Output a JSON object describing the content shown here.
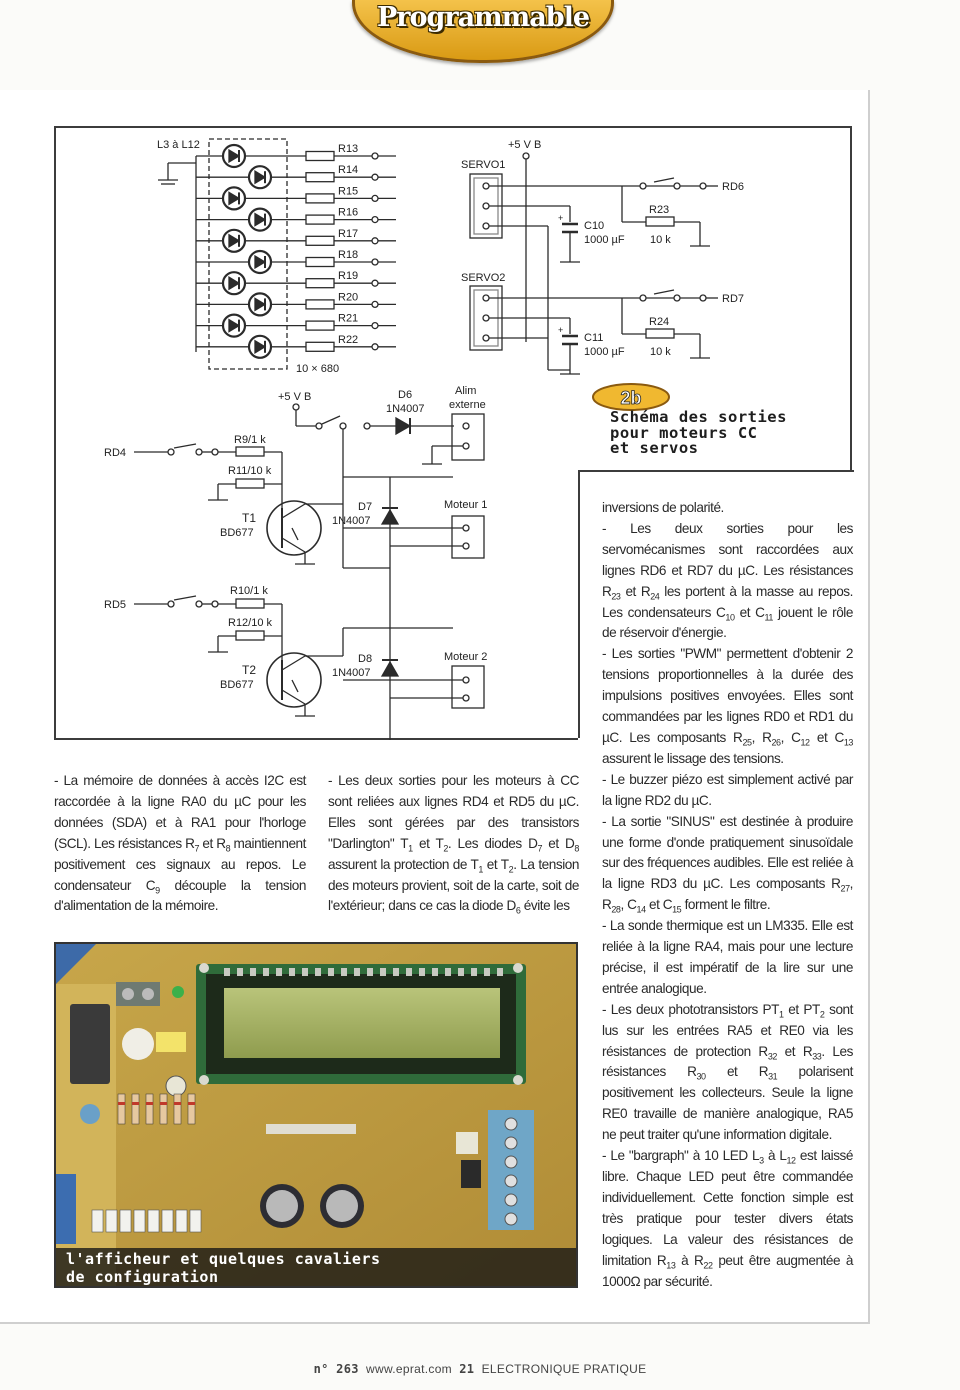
{
  "header": {
    "title": "Programmable"
  },
  "schematic": {
    "figure_number": "2b",
    "caption_lines": [
      "Schéma des sorties",
      "pour moteurs CC",
      "et servos"
    ],
    "labels": {
      "led_range": "L3 à L12",
      "resistors": [
        "R13",
        "R14",
        "R15",
        "R16",
        "R17",
        "R18",
        "R19",
        "R20",
        "R21",
        "R22"
      ],
      "resistor_value": "10 × 680",
      "supply_top": "+5 V B",
      "servo1": "SERVO1",
      "servo2": "SERVO2",
      "rd6": "RD6",
      "rd7": "RD7",
      "r23": "R23",
      "r24": "R24",
      "r23_value": "10 k",
      "r24_value": "10 k",
      "c10": "C10",
      "c11": "C11",
      "cap_value": "1000 µF",
      "supply_mid": "+5 V B",
      "d6": "D6",
      "d6_type": "1N4007",
      "alim_line1": "Alim",
      "alim_line2": "externe",
      "rd4": "RD4",
      "rd5": "RD5",
      "r9": "R9/1 k",
      "r11": "R11/10 k",
      "r10": "R10/1 k",
      "r12": "R12/10 k",
      "t1": "T1",
      "t1_type": "BD677",
      "t2": "T2",
      "t2_type": "BD677",
      "d7": "D7",
      "d7_type": "1N4007",
      "d8": "D8",
      "d8_type": "1N4007",
      "moteur1": "Moteur 1",
      "moteur2": "Moteur 2"
    }
  },
  "photo": {
    "caption_lines": [
      "l'afficheur et quelques cavaliers",
      "de configuration"
    ]
  },
  "footer": {
    "issue": "n° 263",
    "site": "www.eprat.com",
    "page": "21",
    "magazine": "ELECTRONIQUE PRATIQUE"
  }
}
